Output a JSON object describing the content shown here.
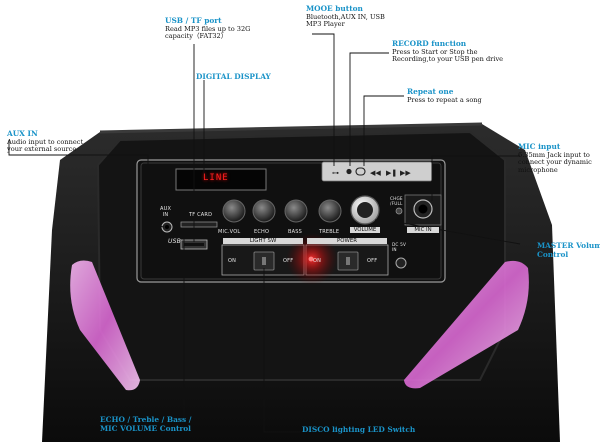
{
  "annotations": {
    "usb_tf": {
      "title": "USB / TF port",
      "desc": [
        "Read MP3 files up to 32G",
        "capacity（FAT32）"
      ]
    },
    "mode": {
      "title": "MOOE button",
      "desc": [
        "Bluetooth,AUX IN, USB",
        "MP3 Player"
      ]
    },
    "record": {
      "title": "RECORD function",
      "desc": [
        "Press to Start or Stop the",
        "Recording,to your USB pen drive"
      ]
    },
    "repeat": {
      "title": "Repeat one",
      "desc": [
        "Press to repeat a song"
      ]
    },
    "digital_display": {
      "title": "DIGITAL DISPLAY"
    },
    "aux_in": {
      "title": "AUX IN",
      "desc": [
        "Audio input to connect",
        "your external source"
      ]
    },
    "mic_input": {
      "title": "MIC input",
      "desc": [
        "6.35mm Jack input to",
        "connect your dynamic",
        "microphone"
      ]
    },
    "master_volume": {
      "title": [
        "MASTER Volume",
        "Control"
      ]
    },
    "echo_treble": {
      "title": [
        "ECHO / Treble /  Bass /",
        "MIC VOLUME Control"
      ]
    },
    "disco_switch": {
      "title": "DISCO lighting LED Switch"
    }
  },
  "panel": {
    "display_text": "LINE",
    "aux_label": [
      "AUX",
      "IN"
    ],
    "tf_card": "TF CARD",
    "usb": "USB",
    "knobs": [
      "MIC.VOL",
      "ECHO",
      "BASS",
      "TREBLE"
    ],
    "volume": "VOLUME",
    "mic_in": "MIC IN",
    "light_sw": "LIGHT SW",
    "power": "POWER",
    "on": "ON",
    "off": "OFF",
    "charge": [
      "CHGE",
      "/FULL"
    ],
    "dc": [
      "DC 5V",
      "IN"
    ]
  },
  "colors": {
    "accent": "#1a93c8",
    "led": "#ff2020",
    "glow": "#e070d8"
  }
}
